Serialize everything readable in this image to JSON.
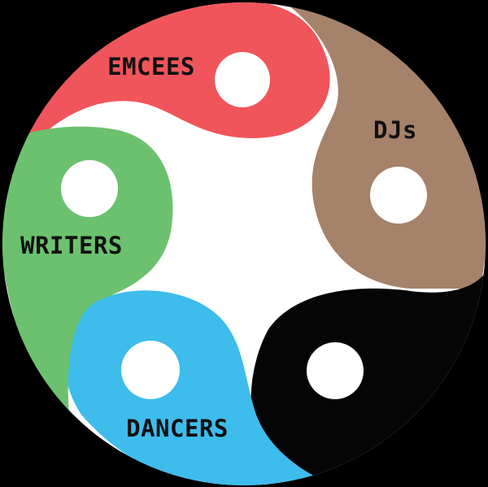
{
  "diagram": {
    "background_color": "#000000",
    "disc_color": "#ffffff",
    "hole_color": "#ffffff",
    "segments": [
      {
        "id": "emcees",
        "label": "EMCEES",
        "color": "#f0555b"
      },
      {
        "id": "djs",
        "label": "DJs",
        "color": "#a5826a"
      },
      {
        "id": "black",
        "label": "",
        "color": "#050505"
      },
      {
        "id": "dancers",
        "label": "DANCERS",
        "color": "#3ebcec"
      },
      {
        "id": "writers",
        "label": "WRITERS",
        "color": "#6cc16f"
      }
    ]
  }
}
